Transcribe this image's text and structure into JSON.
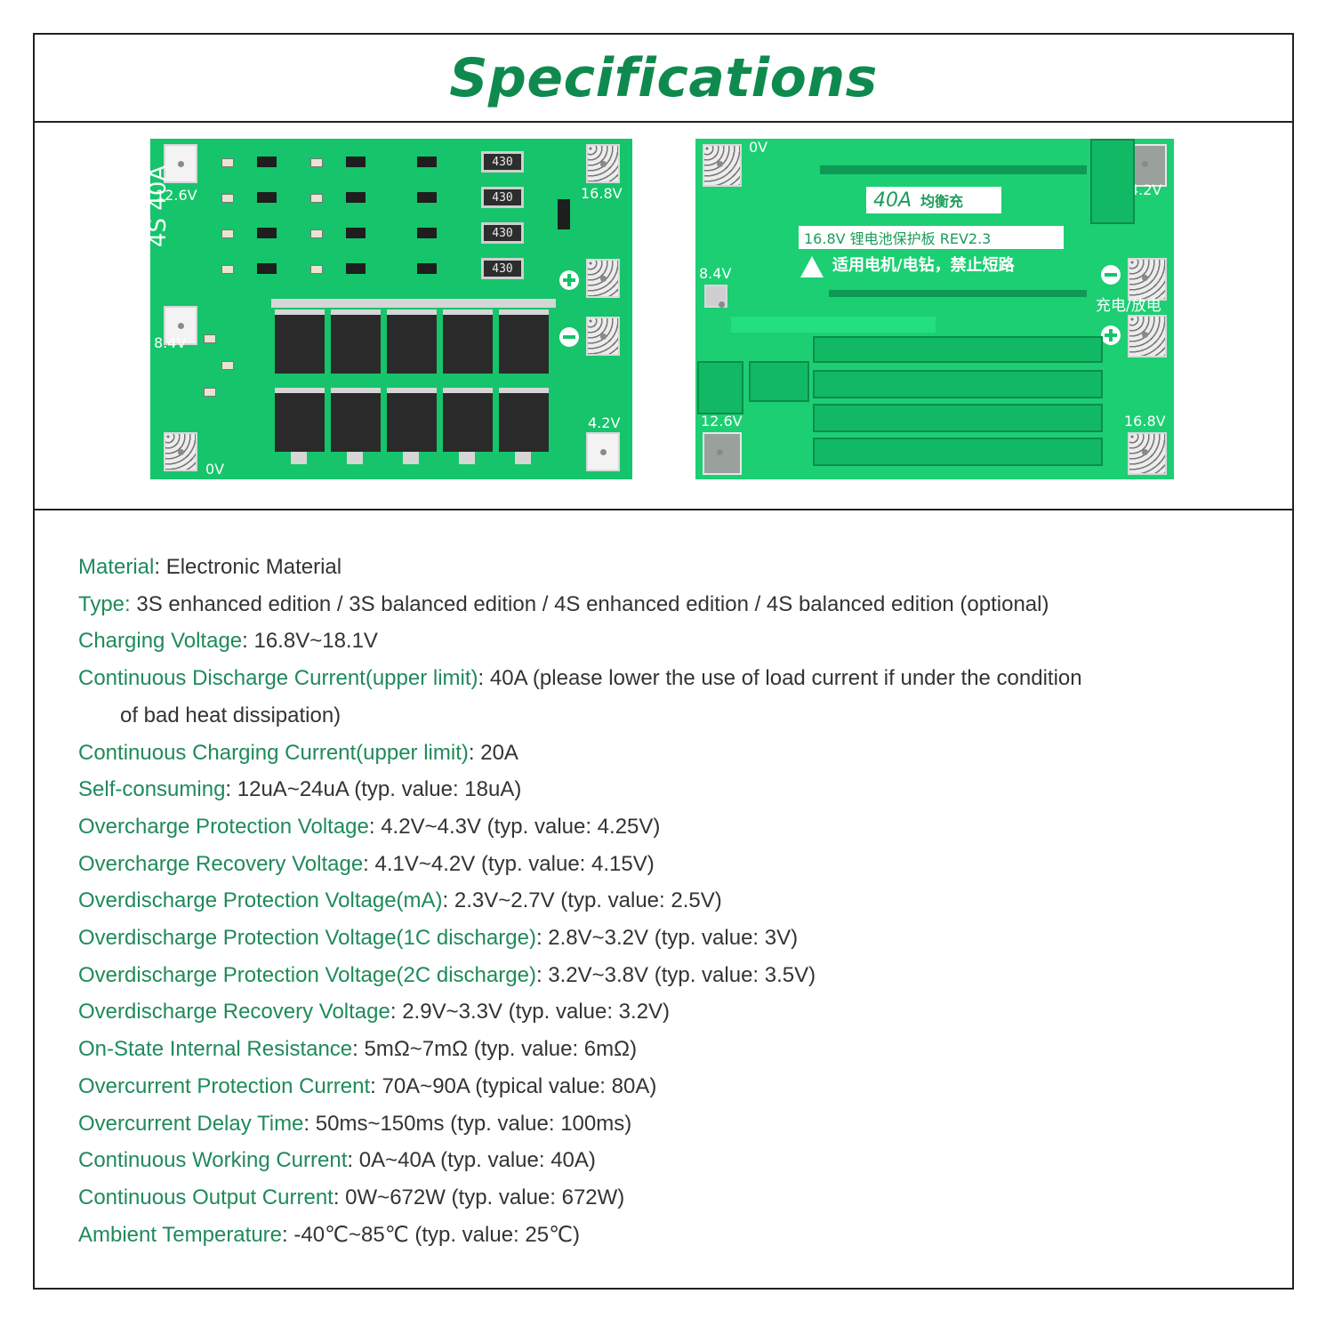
{
  "title": "Specifications",
  "front_board": {
    "labels": {
      "v126": "12.6V",
      "v168": "16.8V",
      "v84": "8.4V",
      "v42": "4.2V",
      "v0": "0V",
      "model": "4S 40A",
      "r1": "430",
      "r2": "430",
      "r3": "430",
      "r4": "430"
    }
  },
  "back_board": {
    "labels": {
      "v0": "0V",
      "v42": "4.2V",
      "v84": "8.4V",
      "v126": "12.6V",
      "v168": "16.8V",
      "current": "40A",
      "balance": "均衡充",
      "name": "16.8V 锂电池保护板 REV2.3",
      "warning": "适用电机/电钻，禁止短路",
      "charge": "充电/放电"
    }
  },
  "specs": [
    {
      "key": "Material",
      "sep": ": ",
      "value": "Electronic Material"
    },
    {
      "key": "Type:",
      "sep": " ",
      "value": "3S enhanced edition / 3S balanced edition / 4S enhanced edition / 4S balanced edition (optional)"
    },
    {
      "key": "Charging Voltage",
      "sep": ": ",
      "value": "16.8V~18.1V"
    },
    {
      "key": "Continuous Discharge Current(upper limit)",
      "sep": ": ",
      "value": "40A (please lower the use of load current if under the condition",
      "cont": "of bad heat dissipation)"
    },
    {
      "key": "Continuous Charging Current(upper limit)",
      "sep": ": ",
      "value": "20A"
    },
    {
      "key": "Self-consuming",
      "sep": ": ",
      "value": "12uA~24uA (typ. value: 18uA)"
    },
    {
      "key": "Overcharge Protection Voltage",
      "sep": ": ",
      "value": "4.2V~4.3V (typ. value: 4.25V)"
    },
    {
      "key": "Overcharge Recovery Voltage",
      "sep": ": ",
      "value": "4.1V~4.2V (typ. value: 4.15V)"
    },
    {
      "key": "Overdischarge Protection Voltage(mA)",
      "sep": ": ",
      "value": "2.3V~2.7V (typ. value: 2.5V)"
    },
    {
      "key": "Overdischarge Protection Voltage(1C discharge)",
      "sep": ": ",
      "value": "2.8V~3.2V (typ. value: 3V)"
    },
    {
      "key": "Overdischarge Protection Voltage(2C discharge)",
      "sep": ": ",
      "value": "3.2V~3.8V (typ. value: 3.5V)"
    },
    {
      "key": "Overdischarge Recovery Voltage",
      "sep": ": ",
      "value": "2.9V~3.3V (typ. value: 3.2V)"
    },
    {
      "key": "On-State Internal Resistance",
      "sep": ": ",
      "value": "5mΩ~7mΩ (typ. value: 6mΩ)"
    },
    {
      "key": "Overcurrent Protection Current",
      "sep": ": ",
      "value": "70A~90A (typical value: 80A)"
    },
    {
      "key": "Overcurrent Delay Time",
      "sep": ": ",
      "value": "50ms~150ms (typ. value: 100ms)"
    },
    {
      "key": "Continuous Working Current",
      "sep": ": ",
      "value": "0A~40A (typ. value: 40A)"
    },
    {
      "key": "Continuous Output Current",
      "sep": ": ",
      "value": "0W~672W (typ. value: 672W)"
    },
    {
      "key": "Ambient Temperature",
      "sep": ": ",
      "value": "-40℃~85℃ (typ. value: 25℃)"
    }
  ]
}
